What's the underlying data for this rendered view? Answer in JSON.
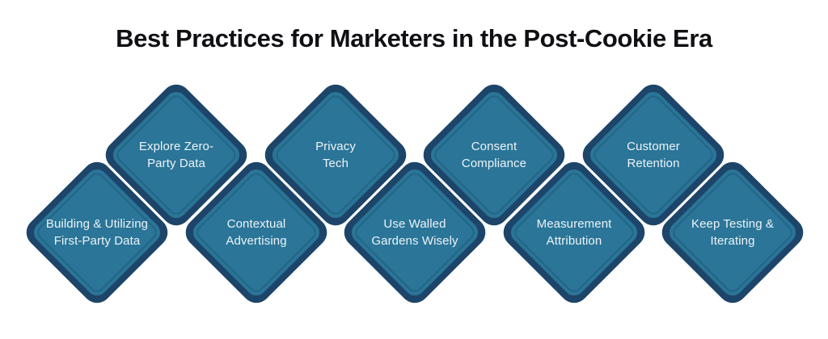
{
  "title": "Best Practices for Marketers in the Post-Cookie Era",
  "colors": {
    "background": "#ffffff",
    "title_text": "#101014",
    "diamond_border": "#1d4569",
    "diamond_fill": "#2a7598",
    "diamond_bevel_line": "rgba(12,42,72,0.20)",
    "label_text": "#eef4f8"
  },
  "diamonds": [
    {
      "id": "building-utilizing-first-party-data",
      "row": "bottom",
      "label": "Building & Utilizing First-Party Data",
      "lines": [
        "Building & Utilizing",
        "First-Party Data"
      ]
    },
    {
      "id": "explore-zero-party-data",
      "row": "top",
      "label": "Explore Zero-Party Data",
      "lines": [
        "Explore Zero-",
        "Party Data"
      ]
    },
    {
      "id": "contextual-advertising",
      "row": "bottom",
      "label": "Contextual Advertising",
      "lines": [
        "Contextual",
        "Advertising"
      ]
    },
    {
      "id": "privacy-tech",
      "row": "top",
      "label": "Privacy Tech",
      "lines": [
        "Privacy",
        "Tech"
      ]
    },
    {
      "id": "use-walled-gardens-wisely",
      "row": "bottom",
      "label": "Use Walled Gardens Wisely",
      "lines": [
        "Use Walled",
        "Gardens Wisely"
      ]
    },
    {
      "id": "consent-compliance",
      "row": "top",
      "label": "Consent Compliance",
      "lines": [
        "Consent",
        "Compliance"
      ]
    },
    {
      "id": "measurement-attribution",
      "row": "bottom",
      "label": "Measurement Attribution",
      "lines": [
        "Measurement",
        "Attribution"
      ]
    },
    {
      "id": "customer-retention",
      "row": "top",
      "label": "Customer Retention",
      "lines": [
        "Customer",
        "Retention"
      ]
    },
    {
      "id": "keep-testing-iterating",
      "row": "bottom",
      "label": "Keep Testing & Iterating",
      "lines": [
        "Keep Testing &",
        "Iterating"
      ]
    }
  ]
}
